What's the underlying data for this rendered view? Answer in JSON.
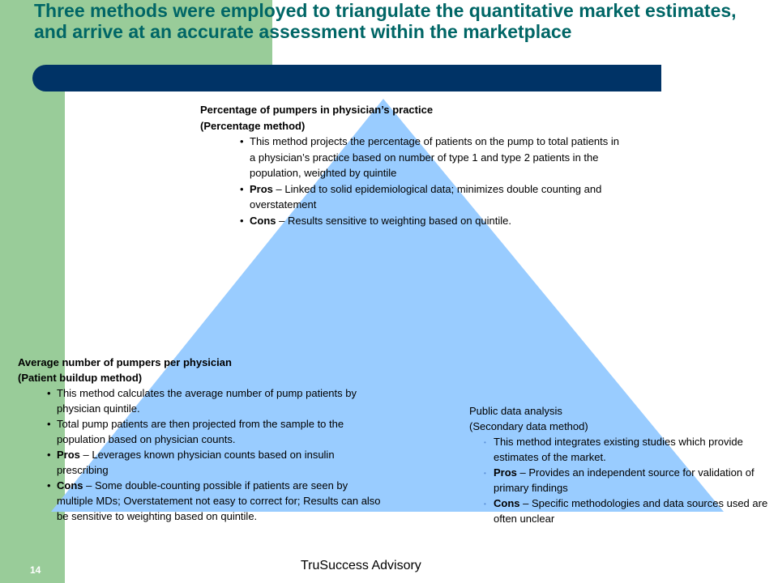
{
  "slide": {
    "title": "Three methods were employed to triangulate the quantitative market estimates, and arrive at an accurate assessment within the marketplace",
    "page_number": "14",
    "footer": "TruSuccess Advisory"
  },
  "colors": {
    "green_band": "#99cc99",
    "title_bar": "#003366",
    "title_text": "#006666",
    "pyramid_fill": "#99ccff"
  },
  "methods": {
    "top": {
      "head_line1": "Percentage of pumpers in physician’s practice",
      "head_line2": "(Percentage method)",
      "bullets": [
        {
          "bullet": "•",
          "label": "",
          "text": "This method projects the percentage of patients on the pump to total patients in a physician’s practice based on number of type 1 and type 2 patients in the population, weighted by quintile"
        },
        {
          "bullet": "•",
          "label": "Pros",
          "text": " – Linked to solid epidemiological data; minimizes double counting and overstatement"
        },
        {
          "bullet": "•",
          "label": "Cons",
          "text": " – Results sensitive to weighting based on quintile."
        }
      ]
    },
    "left": {
      "head_line1": "Average number of pumpers per physician",
      "head_line2": "(Patient buildup method)",
      "bullets": [
        {
          "bullet": "•",
          "label": "",
          "text": "This method calculates the average number of pump patients by physician quintile."
        },
        {
          "bullet": "•",
          "label": "",
          "text": "Total pump patients are then projected from the sample to the population based on physician counts."
        },
        {
          "bullet": "•",
          "label": "Pros",
          "text": " – Leverages known physician counts based on insulin prescribing"
        },
        {
          "bullet": "•",
          "label": "Cons",
          "text": " – Some double-counting possible if patients are seen by multiple MDs; Overstatement not easy to correct for; Results can also be sensitive to weighting based on quintile."
        }
      ]
    },
    "right": {
      "head_line1": "Public data analysis",
      "head_line2": "(Secondary data method)",
      "bullets": [
        {
          "bullet": "•",
          "label": "",
          "text": "This method integrates existing studies which provide estimates of the market."
        },
        {
          "bullet": "•",
          "label": "Pros",
          "text": " – Provides an independent source for validation of primary findings"
        },
        {
          "bullet": "•",
          "label": "Cons",
          "text": " – Specific methodologies and data sources used are often unclear"
        }
      ]
    }
  }
}
